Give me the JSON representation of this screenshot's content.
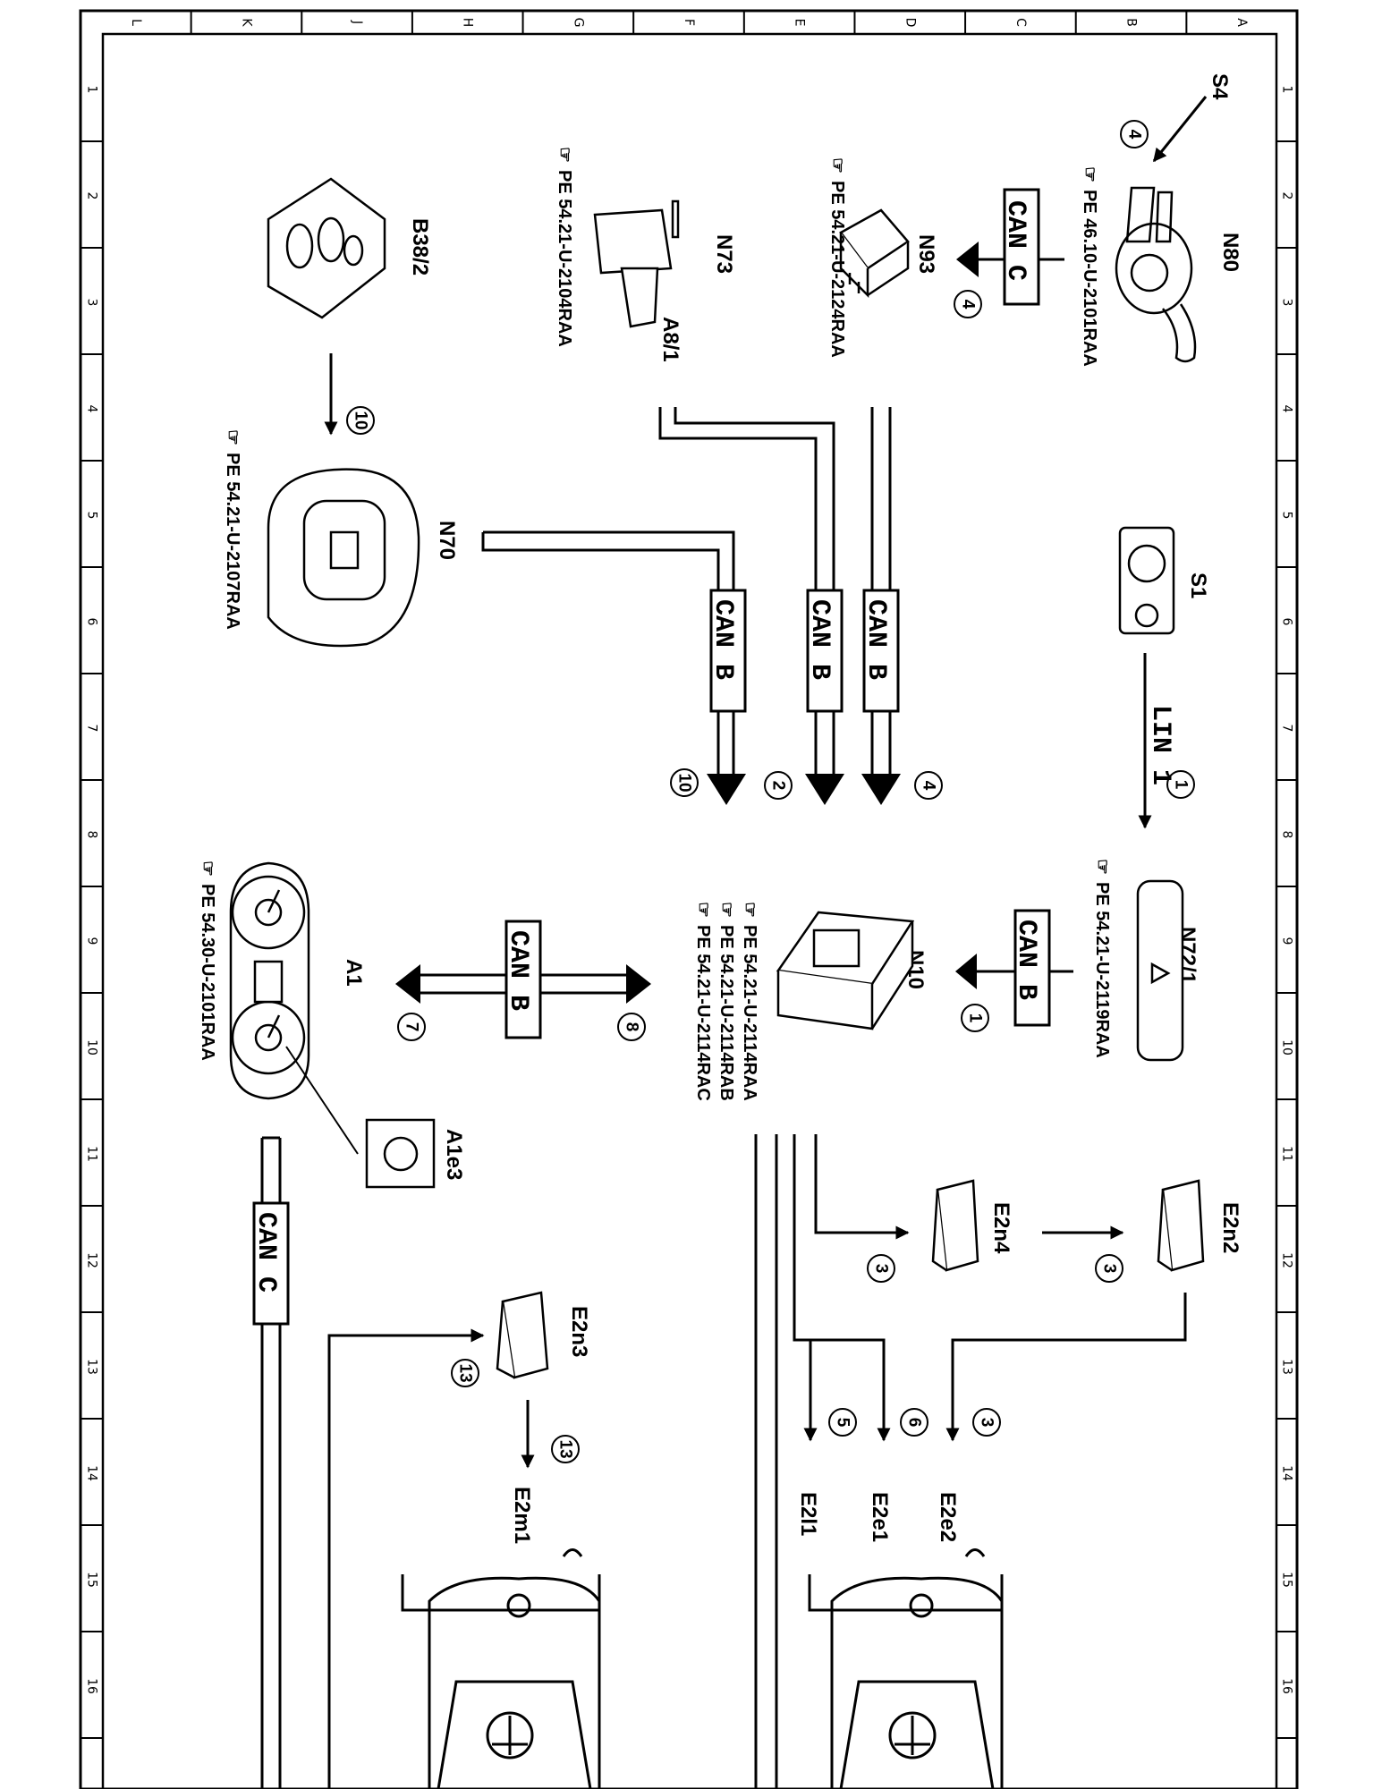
{
  "grid": {
    "cols": [
      "L",
      "K",
      "J",
      "H",
      "G",
      "F",
      "E",
      "D",
      "C",
      "B",
      "A"
    ],
    "rows": [
      "1",
      "2",
      "3",
      "4",
      "5",
      "6",
      "7",
      "8",
      "9",
      "10",
      "11",
      "12",
      "13",
      "14",
      "15",
      "16"
    ]
  },
  "components": {
    "S4": "S4",
    "N80": "N80",
    "N93": "N93",
    "N73": "N73",
    "A8_1": "A8/1",
    "B38_2": "B38/2",
    "N70": "N70",
    "S1": "S1",
    "N72_1": "N72/1",
    "N10": "N10",
    "A1": "A1",
    "A1e3": "A1e3",
    "E2n2": "E2n2",
    "E2n4": "E2n4",
    "E2n3": "E2n3",
    "E2e2": "E2e2",
    "E2e1": "E2e1",
    "E2l1": "E2l1",
    "E2m1": "E2m1"
  },
  "refs": {
    "N80": "PE 46.10-U-2101RAA",
    "N93": "PE 54.21-U-2124RAA",
    "N73": "PE 54.21-U-2104RAA",
    "N70": "PE 54.21-U-2107RAA",
    "N72_1": "PE 54.21-U-2119RAA",
    "N10_a": "PE 54.21-U-2114RAA",
    "N10_b": "PE 54.21-U-2114RAB",
    "N10_c": "PE 54.21-U-2114RAC",
    "A1": "PE 54.30-U-2101RAA"
  },
  "buses": {
    "can_c_top": "CAN C",
    "can_b_1": "CAN B",
    "can_b_2": "CAN B",
    "can_b_3": "CAN B",
    "lin_1": "LIN 1",
    "can_b_n10": "CAN B",
    "can_b_a1": "CAN B",
    "can_c_bottom": "CAN C"
  },
  "steps": {
    "s4": "4",
    "n93": "4",
    "b38": "10",
    "canb_10": "10",
    "canb_2": "2",
    "canb_4": "4",
    "lin_1": "1",
    "n10": "1",
    "a1_7": "7",
    "a1_8": "8",
    "e2n4_3": "3",
    "e2n2_3": "3",
    "e2e2_3": "3",
    "e2e1_6": "6",
    "e2l1_5": "5",
    "e2n3_13a": "13",
    "e2n3_13b": "13"
  }
}
